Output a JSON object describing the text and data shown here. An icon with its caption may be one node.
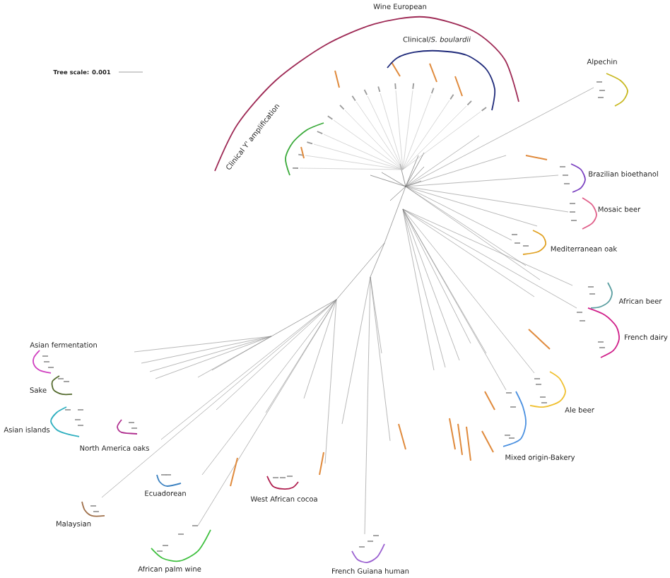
{
  "diagram": {
    "labels": [
      "Wine European",
      "Clinical/*S. boulardii*",
      "Alpechin",
      "Tree scale: 0.001",
      "Clinical Y' amplification",
      "Brazilian bioethanol",
      "Mosaic beer",
      "Mediterranean oak",
      "African beer",
      "French dairy",
      "Asian fermentation",
      "Sake",
      "Ale beer",
      "Asian islands",
      "North America oaks",
      "Mixed origin-Bakery",
      "Ecuadorean",
      "West African cocoa",
      "Malaysian",
      "African palm wine",
      "French Guiana human"
    ]
  }
}
